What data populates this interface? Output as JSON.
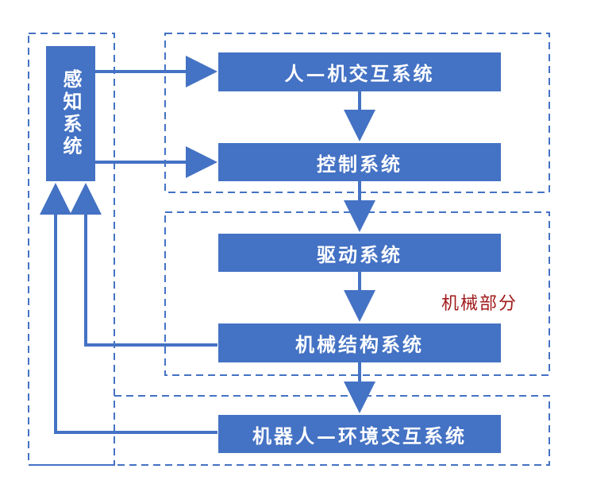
{
  "diagram": {
    "perception": "感知系统",
    "hmi": "人—机交互系统",
    "control": "控制系统",
    "drive": "驱动系统",
    "mechanical": "机械结构系统",
    "environment": "机器人—环境交互系统",
    "mechanical_part_label": "机械部分"
  },
  "colors": {
    "box_fill": "#4472c4",
    "dashed_border": "#4472c4",
    "label_text": "#a11a1a",
    "box_text": "#ffffff"
  }
}
